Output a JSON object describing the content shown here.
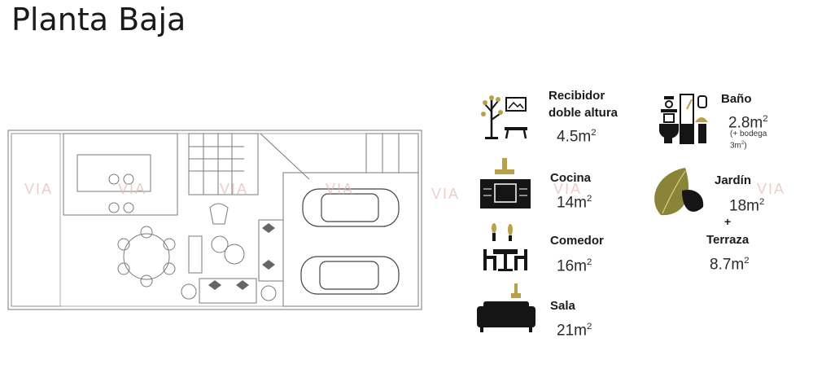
{
  "page": {
    "title": "Planta Baja"
  },
  "watermark": "VIA",
  "legend": {
    "recibidor": {
      "label_line1": "Recibidor",
      "label_line2": "doble  altura",
      "area": "4.5m",
      "unit_sup": "2",
      "icon": "tree-hanger-icon"
    },
    "cocina": {
      "label": "Cocina",
      "area": "14m",
      "unit_sup": "2",
      "icon": "kitchen-stove-icon"
    },
    "comedor": {
      "label": "Comedor",
      "area": "16m",
      "unit_sup": "2",
      "icon": "dining-table-icon"
    },
    "sala": {
      "label": "Sala",
      "area": "21m",
      "unit_sup": "2",
      "icon": "sofa-icon"
    },
    "bano": {
      "label": "Baño",
      "area": "2.8m",
      "unit_sup": "2",
      "note_line1": "(+ bodega",
      "note_line2": "3m",
      "note_sup": "2",
      "note_close": ")",
      "icon": "bathroom-icon"
    },
    "jardin": {
      "label": "Jardín",
      "area": "18m",
      "unit_sup": "2",
      "icon": "leaf-icon"
    },
    "plus": "+",
    "terraza": {
      "label": "Terraza",
      "area": "8.7m",
      "unit_sup": "2"
    }
  },
  "colors": {
    "icon_dark": "#151515",
    "icon_gold": "#b8a14a",
    "leaf_olive": "#8a8438",
    "plan_line": "#7a7a7a",
    "watermark": "#e6b8b4"
  }
}
